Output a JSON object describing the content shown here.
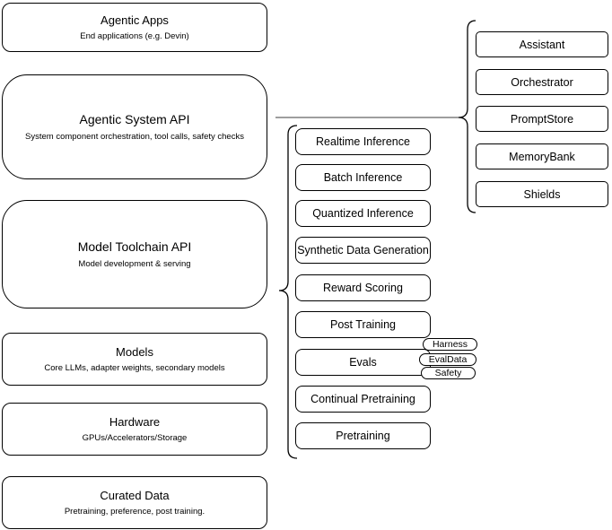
{
  "diagram": {
    "left_stack": [
      {
        "title": "Agentic Apps",
        "subtitle": "End applications (e.g. Devin)"
      },
      {
        "title": "Agentic System API",
        "subtitle": "System component orchestration, tool calls, safety checks"
      },
      {
        "title": "Model Toolchain API",
        "subtitle": "Model development & serving"
      },
      {
        "title": "Models",
        "subtitle": "Core LLMs, adapter weights, secondary models"
      },
      {
        "title": "Hardware",
        "subtitle": "GPUs/Accelerators/Storage"
      },
      {
        "title": "Curated Data",
        "subtitle": "Pretraining, preference, post training."
      }
    ],
    "toolchain_items": [
      "Realtime Inference",
      "Batch Inference",
      "Quantized Inference",
      "Synthetic Data Generation",
      "Reward Scoring",
      "Post Training",
      "Evals",
      "Continual Pretraining",
      "Pretraining"
    ],
    "evals_tags": [
      "Harness",
      "EvalData",
      "Safety"
    ],
    "system_components": [
      "Assistant",
      "Orchestrator",
      "PromptStore",
      "MemoryBank",
      "Shields"
    ],
    "colors": {
      "stroke": "#000000",
      "connector_line": "#7f7f7f",
      "background": "#ffffff",
      "text": "#000000"
    }
  }
}
